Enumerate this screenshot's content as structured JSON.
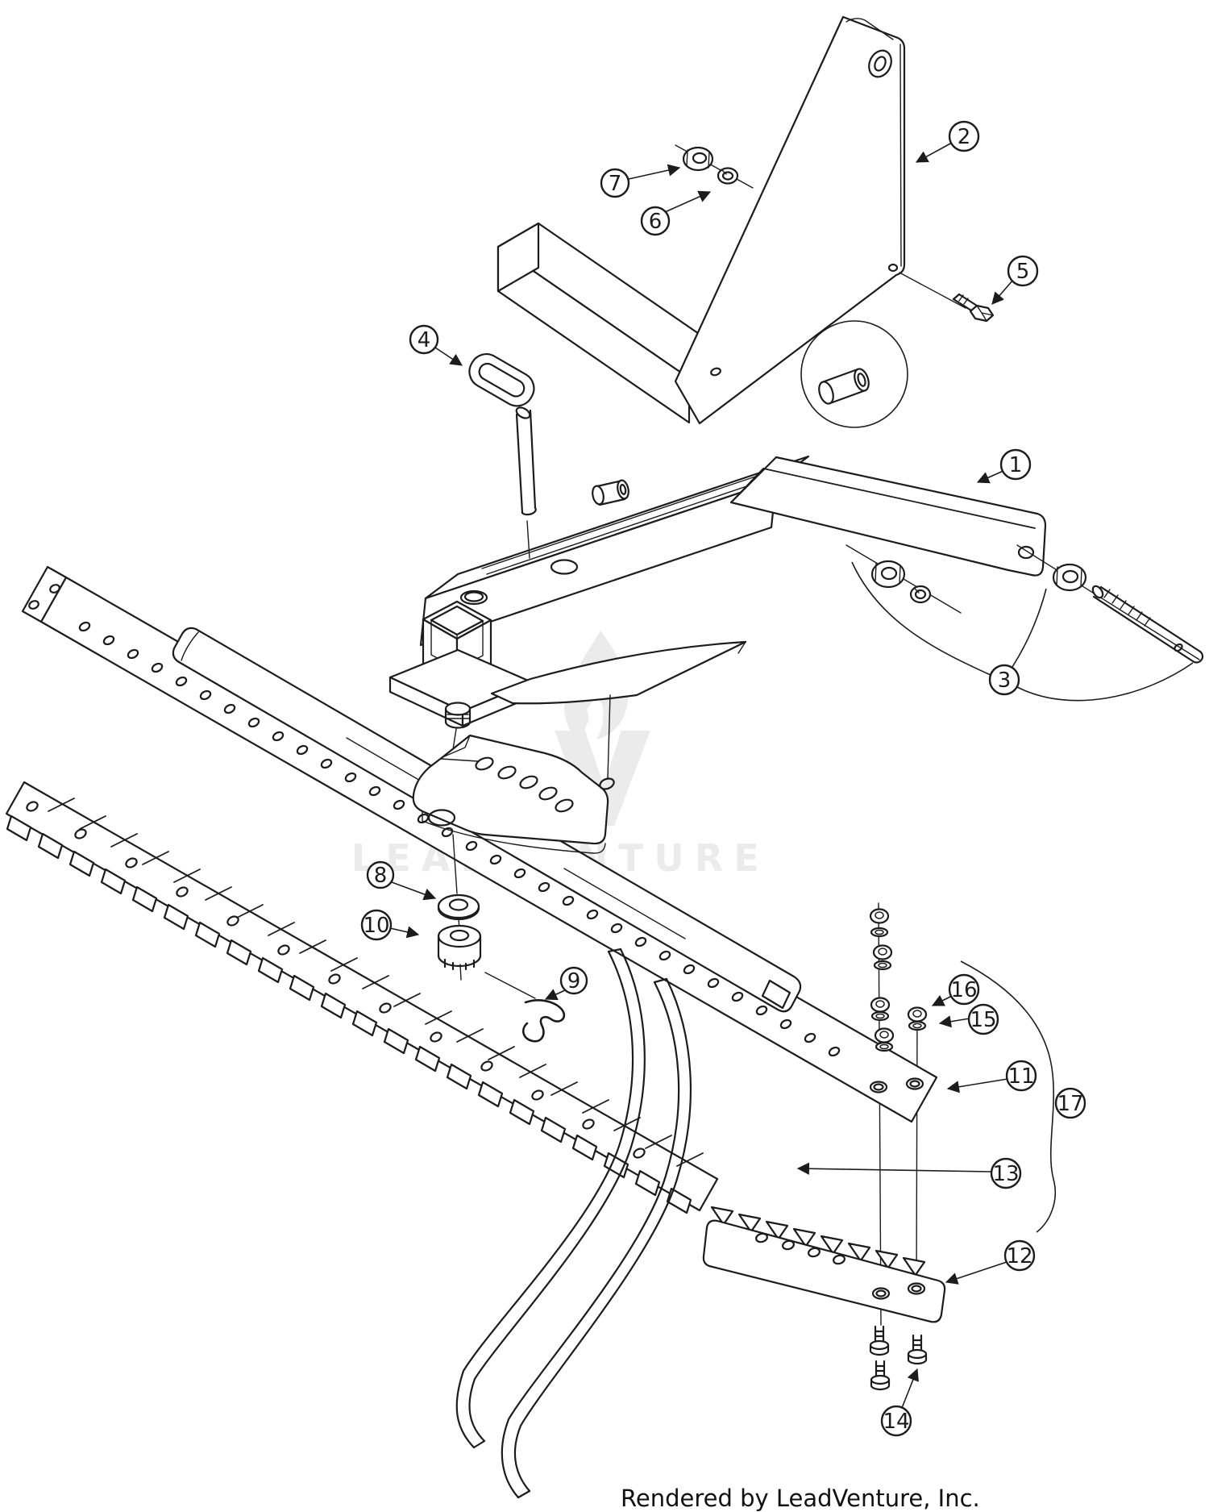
{
  "diagram": {
    "type": "exploded-parts-diagram",
    "colors": {
      "background": "#ffffff",
      "line": "#1c1c1c",
      "watermark": "#ebebeb"
    },
    "watermark": {
      "text": "LEADVENTURE",
      "logo": "flame-v-logo"
    },
    "footer": {
      "credit": "Rendered by LeadVenture, Inc."
    },
    "callouts": [
      {
        "n": "1"
      },
      {
        "n": "2"
      },
      {
        "n": "3"
      },
      {
        "n": "4"
      },
      {
        "n": "5"
      },
      {
        "n": "6"
      },
      {
        "n": "7"
      },
      {
        "n": "8"
      },
      {
        "n": "9"
      },
      {
        "n": "10"
      },
      {
        "n": "11"
      },
      {
        "n": "12"
      },
      {
        "n": "13"
      },
      {
        "n": "14"
      },
      {
        "n": "15"
      },
      {
        "n": "16"
      },
      {
        "n": "17"
      }
    ]
  }
}
